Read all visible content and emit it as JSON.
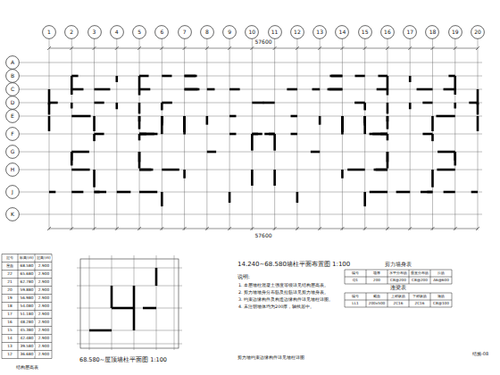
{
  "diagram": {
    "nodes": [
      {
        "text": [
          "1"
        ]
      },
      {
        "text": [
          "2"
        ]
      },
      {
        "text": [
          "3"
        ]
      },
      {
        "text": [
          "4"
        ]
      },
      {
        "text": [
          "5"
        ]
      },
      {
        "text": [
          "6"
        ]
      },
      {
        "text": [
          "7"
        ]
      },
      {
        "text": [
          "8"
        ]
      },
      {
        "text": [
          "9"
        ]
      },
      {
        "text": [
          "10"
        ]
      },
      {
        "text": [
          "11"
        ]
      },
      {
        "text": [
          "12"
        ]
      },
      {
        "text": [
          "13"
        ]
      },
      {
        "text": [
          "14"
        ]
      },
      {
        "text": [
          "15"
        ]
      },
      {
        "text": [
          "16"
        ]
      },
      {
        "text": [
          "17"
        ]
      },
      {
        "text": [
          "18"
        ]
      },
      {
        "text": [
          "19"
        ]
      },
      {
        "text": [
          "20"
        ]
      },
      {
        "text": [
          "A"
        ]
      },
      {
        "text": [
          "B"
        ]
      },
      {
        "text": [
          "C"
        ]
      },
      {
        "text": [
          "D"
        ]
      },
      {
        "text": [
          "E"
        ]
      },
      {
        "text": [
          "F"
        ]
      },
      {
        "text": [
          "G"
        ]
      },
      {
        "text": [
          "H"
        ]
      },
      {
        "text": [
          "J"
        ]
      },
      {
        "text": [
          "K"
        ]
      }
    ],
    "labels": [
      "57600",
      "57600",
      "14.240~68.580墙柱平面布置图 1:100",
      "说明:",
      "1. 本层墙柱混凝土强度等级详见结构层高表。",
      "2. 剪力墙墙身分布筋及拉筋详见剪力墙身表。",
      "3. 约束边缘构件及构造边缘构件详见墙柱详图。",
      "4. 未注明墙体均为200厚，轴线居中。",
      "剪力墙身表",
      "编号",
      "墙厚",
      "水平分布筋",
      "垂直分布筋",
      "拉筋",
      "Q1",
      "200",
      "C8@200",
      "C8@200",
      "A6@600",
      "连梁表",
      "编号",
      "截面",
      "上部纵筋",
      "下部纵筋",
      "箍筋",
      "LL1",
      "200x500",
      "2C16",
      "2C16",
      "C8@100",
      "68.580~屋顶墙柱平面图 1:100",
      "层号",
      "标高(m)",
      "层高(m)",
      "屋面",
      "68.580",
      "2.900",
      "22",
      "65.680",
      "2.900",
      "21",
      "62.780",
      "2.900",
      "20",
      "59.880",
      "2.900",
      "19",
      "56.980",
      "2.900",
      "18",
      "54.080",
      "2.900",
      "17",
      "51.180",
      "2.900",
      "16",
      "48.280",
      "2.900",
      "15",
      "45.380",
      "2.900",
      "14",
      "42.480",
      "2.900",
      "13",
      "39.580",
      "2.900",
      "12",
      "36.680",
      "2.900",
      "结构层高表",
      "剪力墙约束边缘构件详见墙柱详图",
      "结施-08"
    ]
  }
}
